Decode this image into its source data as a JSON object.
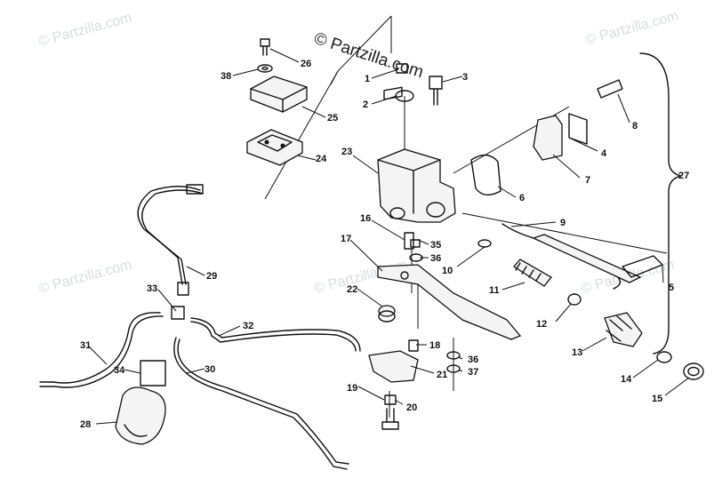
{
  "watermark": {
    "main_text": "© Partzilla.com",
    "repeat_text": "© Partzilla.com"
  },
  "callouts": [
    {
      "id": "1",
      "label": "1"
    },
    {
      "id": "2",
      "label": "2"
    },
    {
      "id": "3",
      "label": "3"
    },
    {
      "id": "4",
      "label": "4"
    },
    {
      "id": "5",
      "label": "5"
    },
    {
      "id": "6",
      "label": "6"
    },
    {
      "id": "7",
      "label": "7"
    },
    {
      "id": "8",
      "label": "8"
    },
    {
      "id": "9",
      "label": "9"
    },
    {
      "id": "10",
      "label": "10"
    },
    {
      "id": "11",
      "label": "11"
    },
    {
      "id": "12",
      "label": "12"
    },
    {
      "id": "13",
      "label": "13"
    },
    {
      "id": "14",
      "label": "14"
    },
    {
      "id": "15",
      "label": "15"
    },
    {
      "id": "16",
      "label": "16"
    },
    {
      "id": "17",
      "label": "17"
    },
    {
      "id": "18",
      "label": "18"
    },
    {
      "id": "19",
      "label": "19"
    },
    {
      "id": "20",
      "label": "20"
    },
    {
      "id": "21",
      "label": "21"
    },
    {
      "id": "22",
      "label": "22"
    },
    {
      "id": "23",
      "label": "23"
    },
    {
      "id": "24",
      "label": "24"
    },
    {
      "id": "25",
      "label": "25"
    },
    {
      "id": "26",
      "label": "26"
    },
    {
      "id": "27",
      "label": "27"
    },
    {
      "id": "28",
      "label": "28"
    },
    {
      "id": "29",
      "label": "29"
    },
    {
      "id": "30",
      "label": "30"
    },
    {
      "id": "31",
      "label": "31"
    },
    {
      "id": "32",
      "label": "32"
    },
    {
      "id": "33",
      "label": "33"
    },
    {
      "id": "34",
      "label": "34"
    },
    {
      "id": "35",
      "label": "35"
    },
    {
      "id": "36a",
      "label": "36"
    },
    {
      "id": "36b",
      "label": "36"
    },
    {
      "id": "37",
      "label": "37"
    },
    {
      "id": "38",
      "label": "38"
    }
  ]
}
